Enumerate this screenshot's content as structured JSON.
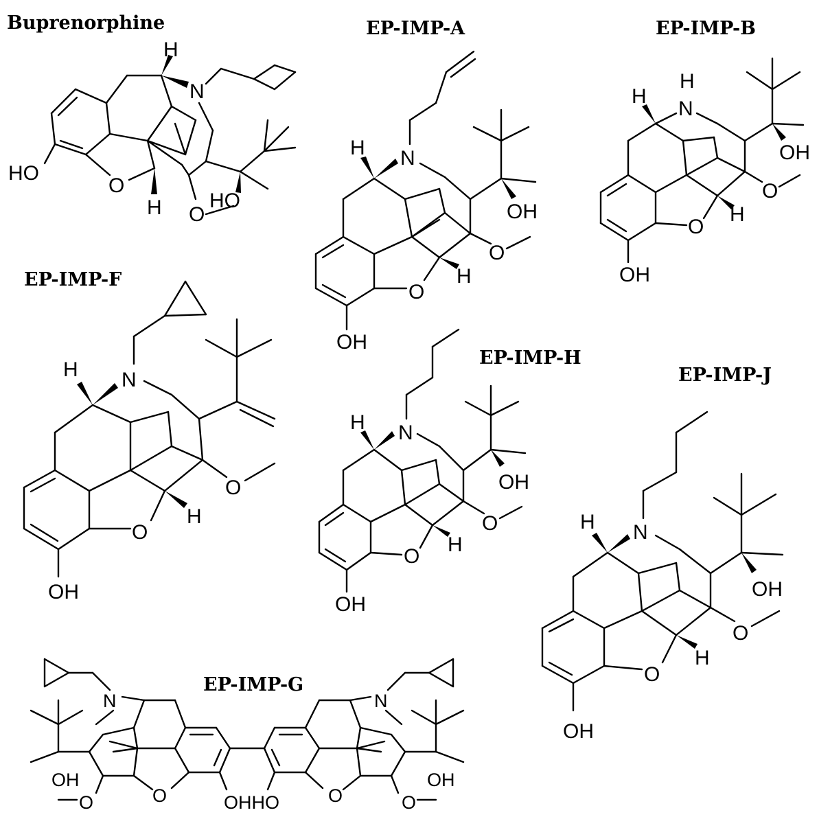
{
  "titles": {
    "buprenorphine": "Buprenorphine",
    "imp_a": "EP-IMP-A",
    "imp_b": "EP-IMP-B",
    "imp_f": "EP-IMP-F",
    "imp_h": "EP-IMP-H",
    "imp_j": "EP-IMP-J",
    "imp_g": "EP-IMP-G"
  },
  "atoms": {
    "H": "H",
    "N": "N",
    "O": "O",
    "HO": "HO",
    "OH": "OH",
    "NH_H": "H",
    "OHHO": "OHHO"
  }
}
